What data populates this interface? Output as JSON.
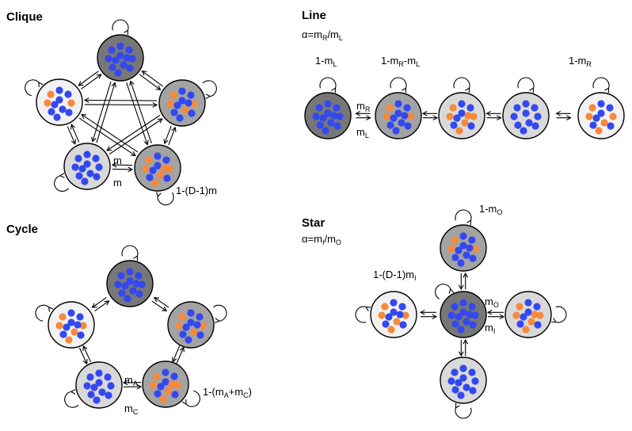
{
  "colors": {
    "type_blue": "#3348f0",
    "type_orange": "#f7893a",
    "deme_dark": "#777777",
    "deme_mid": "#a3a3a3",
    "deme_light": "#d9d9d9",
    "deme_lightest": "#f2f2f2"
  },
  "clique": {
    "title": "Clique",
    "m_top": "m",
    "m_bottom": "m",
    "self_label": "1-(D-1)m"
  },
  "cycle": {
    "title": "Cycle",
    "m_a": "m",
    "m_a_sub": "A",
    "m_c": "m",
    "m_c_sub": "C",
    "self_label": "1-(m",
    "self_label_a_sub": "A",
    "self_label_plus": "+m",
    "self_label_c_sub": "C",
    "self_label_close": ")"
  },
  "line": {
    "title": "Line",
    "alpha_prefix": "α=m",
    "alpha_sub1": "R",
    "alpha_mid": "/m",
    "alpha_sub2": "L",
    "self_first": "1-m",
    "self_first_sub": "L",
    "self_second_a": "1-m",
    "self_second_sub1": "R",
    "self_second_b": "-m",
    "self_second_sub2": "L",
    "self_last": "1-m",
    "self_last_sub": "R",
    "m_r": "m",
    "m_r_sub": "R",
    "m_l": "m",
    "m_l_sub": "L"
  },
  "star": {
    "title": "Star",
    "alpha_prefix": "α=m",
    "alpha_sub1": "I",
    "alpha_mid": "/m",
    "alpha_sub2": "O",
    "self_top": "1-m",
    "self_top_sub": "O",
    "self_center": "1-(D-1)m",
    "self_center_sub": "I",
    "m_o": "m",
    "m_o_sub": "O",
    "m_i": "m",
    "m_i_sub": "I"
  }
}
